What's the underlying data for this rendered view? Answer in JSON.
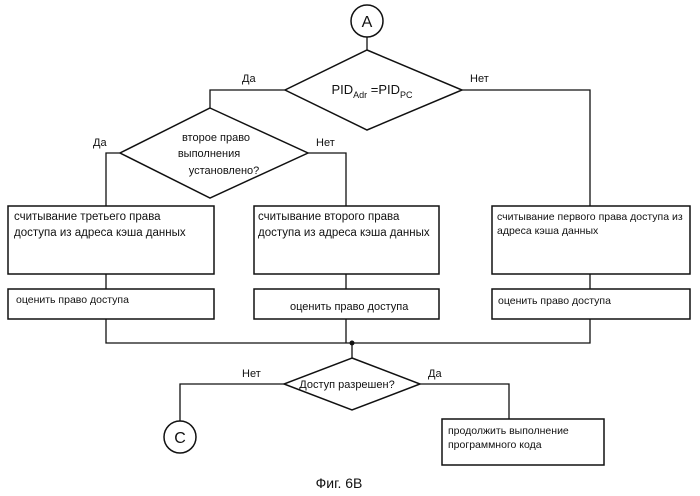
{
  "connectors": {
    "top": "A",
    "bottom": "C"
  },
  "decision1": {
    "pid": "PID",
    "adr": "Adr",
    "eq": " =",
    "pc": "PC",
    "yes": "Да",
    "no": "Нет"
  },
  "decision2": {
    "line1": "второе право",
    "line2": "выполнения",
    "line3": "установлено?",
    "yes": "Да",
    "no": "Нет"
  },
  "boxes": {
    "read_third": {
      "line1": "считывание третьего права",
      "line2": "доступа из адреса кэша данных"
    },
    "read_second": {
      "line1": "считывание второго права",
      "line2": "доступа из адреса кэша данных"
    },
    "read_first": {
      "line1": "считывание первого права доступа из",
      "line2": "адреса кэша данных"
    },
    "eval_left": "оценить право доступа",
    "eval_mid": "оценить право доступа",
    "eval_right": "оценить право доступа",
    "continue": {
      "line1": "продолжить выполнение",
      "line2": "программного кода"
    }
  },
  "decision3": {
    "text": "Доступ разрешен?",
    "yes": "Да",
    "no": "Нет"
  },
  "caption": "Фиг. 6В"
}
